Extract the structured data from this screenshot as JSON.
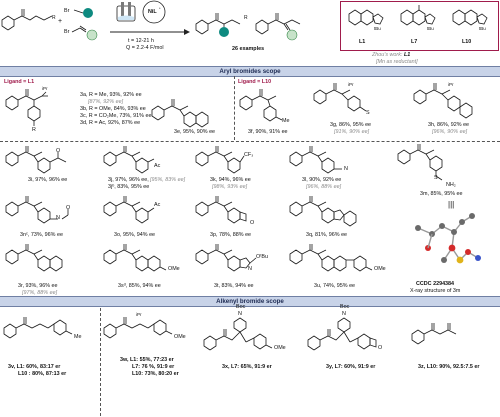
{
  "reaction": {
    "reagent_br": "Br",
    "catalyst": "NiL",
    "catalyst_sup": "*",
    "conditions_time": "t = 12-21 h",
    "conditions_q": "Q = 2.2-4 F/mol",
    "examples": "26 examples",
    "r_label": "R",
    "r1_label": "1",
    "ph": "Ph"
  },
  "ligands": {
    "L1": "L1",
    "L7": "L7",
    "L10": "L10",
    "tbu": "tBu",
    "zhou_work_prefix": "Zhou's work: ",
    "zhou_work_ligand": "L1",
    "zhou_note": "[Mn as reductant]"
  },
  "sections": {
    "aryl_title": "Aryl bromides scope",
    "alkenyl_title": "Alkenyl bromide scope"
  },
  "aryl": {
    "ligand_l1": "Ligand = L1",
    "ligand_l10": "Ligand = L10",
    "c3a": "3a, R = Me, 93%, 92% ee",
    "c3a_note": "[87%, 92% ee]",
    "c3b": "3b, R = OMe, 84%, 93% ee",
    "c3c": "3c, R = CO₂Me, 73%, 91% ee",
    "c3d": "3d, R = Ac, 92%, 87% ee",
    "c3e": "3e, 95%, 90% ee",
    "c3f": "3f, 90%, 91% ee",
    "c3g": "3g, 86%, 95% ee",
    "c3g_note": "[91%, 90% ee]",
    "c3h": "3h, 86%, 92% ee",
    "c3h_note": "[96%, 90% ee]",
    "c3i": "3i, 97%, 96% ee",
    "c3j": "3j, 97%, 96% ee,",
    "c3j_note": "[95%, 83% ee]",
    "c3j_b": "3jᵇ, 83%, 95% ee",
    "c3k": "3k, 94%, 96% ee",
    "c3k_note": "[98%, 93% ee]",
    "c3l": "3l, 90%, 92% ee",
    "c3l_note": "[96%, 88% ee]",
    "c3m": "3m, 85%, 95% ee",
    "c3n": "3nᶜ, 73%, 96% ee",
    "c3o": "3o, 95%, 94% ee",
    "c3p": "3p, 78%, 88% ee",
    "c3q": "3q, 81%, 96% ee",
    "c3r": "3r, 93%, 96% ee",
    "c3r_note": "[97%, 88% ee]",
    "c3s": "3sᵈ, 85%, 94% ee",
    "c3t": "3t, 83%, 94% ee",
    "c3u": "3u, 74%, 95% ee",
    "ccdc": "CCDC 2294384",
    "xray": "X-ray structure of 3m",
    "sub_me": "Me",
    "sub_ac": "Ac",
    "sub_cf3": "CF₃",
    "sub_ome": "OMe",
    "sub_nh2": "NH₂",
    "sub_boc": "OᵗBu",
    "sub_o": "O",
    "sub_n": "N",
    "sub_s": "S",
    "sub_ipr": "iPr",
    "sub_r": "R"
  },
  "alkenyl": {
    "c3v_a": "3v, L1: 60%, 83:17 er",
    "c3v_b": "L10 : 80%, 87:13 er",
    "c3w_a": "3w, L1: 55%, 77:23 er",
    "c3w_b": "L7: 76 %, 91:9 er",
    "c3w_c": "L10: 73%, 80:20 er",
    "c3x": "3x, L7: 65%, 91:9 er",
    "c3y": "3y, L7: 60%, 91:9 er",
    "c3z": "3z, L10: 90%, 92.5:7.5 er",
    "boc": "Boc",
    "n": "N"
  },
  "colors": {
    "accent": "#a01c4c",
    "banner": "#c8d3e8",
    "teal": "#0e8a80",
    "green": "#c7e3c9"
  }
}
